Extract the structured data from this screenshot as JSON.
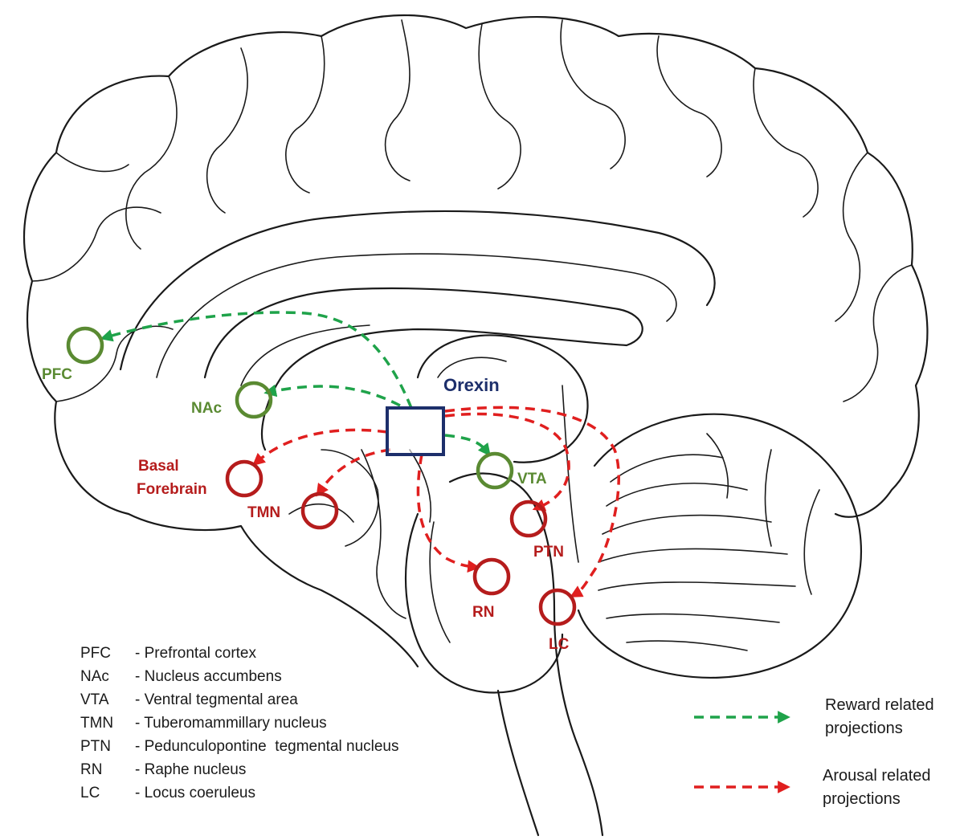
{
  "center": {
    "label": "Orexin"
  },
  "nodes": [
    {
      "id": "pfc",
      "label": "PFC",
      "group": "reward"
    },
    {
      "id": "nac",
      "label": "NAc",
      "group": "reward"
    },
    {
      "id": "vta",
      "label": "VTA",
      "group": "reward"
    },
    {
      "id": "bf",
      "label_lines": [
        "Basal",
        "Forebrain"
      ],
      "group": "arousal"
    },
    {
      "id": "tmn",
      "label": "TMN",
      "group": "arousal"
    },
    {
      "id": "ptn",
      "label": "PTN",
      "group": "arousal"
    },
    {
      "id": "rn",
      "label": "RN",
      "group": "arousal"
    },
    {
      "id": "lc",
      "label": "LC",
      "group": "arousal"
    }
  ],
  "abbreviations": [
    {
      "abbr": "PFC",
      "full": "- Prefrontal cortex"
    },
    {
      "abbr": "NAc",
      "full": "- Nucleus accumbens"
    },
    {
      "abbr": "VTA",
      "full": "- Ventral tegmental area"
    },
    {
      "abbr": "TMN",
      "full": "- Tuberomammillary nucleus"
    },
    {
      "abbr": "PTN",
      "full": "- Pedunculopontine  tegmental nucleus"
    },
    {
      "abbr": "RN",
      "full": "- Raphe nucleus"
    },
    {
      "abbr": "LC",
      "full": "- Locus coeruleus"
    }
  ],
  "legend": [
    {
      "label_lines": [
        "Reward related",
        "projections"
      ],
      "color": "#1fa34a"
    },
    {
      "label_lines": [
        "Arousal related",
        "projections"
      ],
      "color": "#e01f1f"
    }
  ],
  "colors": {
    "reward_arrow": "#1fa34a",
    "arousal_arrow": "#e01f1f",
    "reward_node": "#5a8a32",
    "arousal_node": "#b51c1c",
    "orexin_box": "#1d2f6b"
  }
}
